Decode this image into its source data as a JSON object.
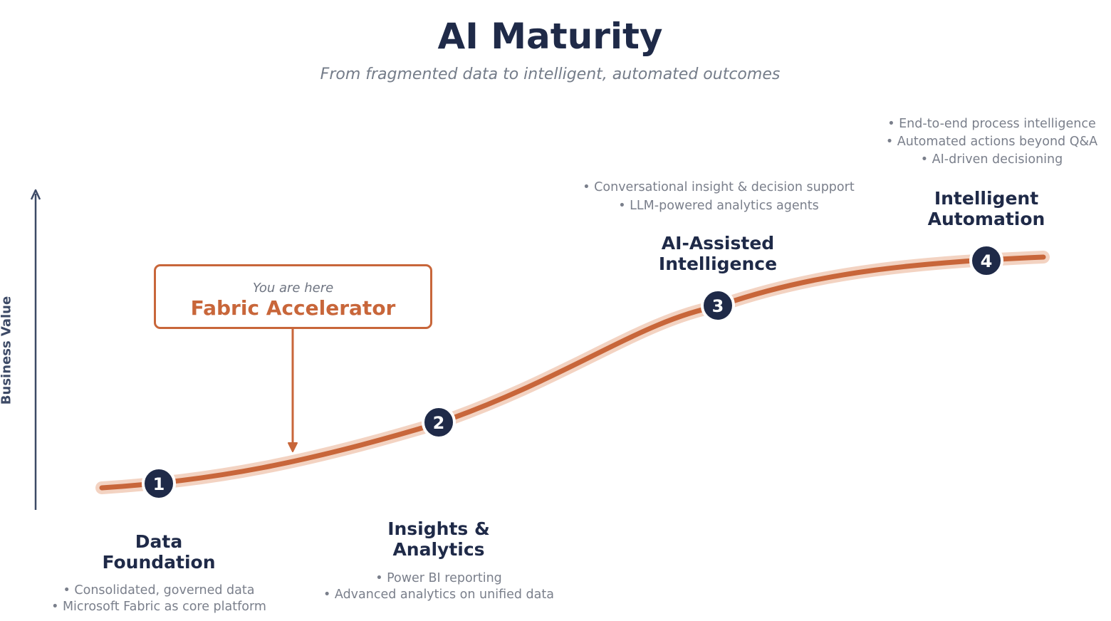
{
  "title": "AI Maturity",
  "subtitle": "From fragmented data to intelligent, automated outcomes",
  "y_axis_label": "Business Value",
  "callout": {
    "small_text": "You are here",
    "big_text": "Fabric Accelerator"
  },
  "colors": {
    "curve": "#c8663a",
    "curve_halo": "#f3d3c2",
    "marker_fill": "#1f2a48",
    "title": "#1f2a48",
    "muted_text": "#7a7f8b",
    "axis": "#3d4a66"
  },
  "stages": [
    {
      "number": "1",
      "title_lines": [
        "Data",
        "Foundation"
      ],
      "bullets": [
        "• Consolidated, governed data",
        "• Microsoft Fabric as core platform"
      ]
    },
    {
      "number": "2",
      "title_lines": [
        "Insights &",
        "Analytics"
      ],
      "bullets": [
        "• Power BI reporting",
        "• Advanced analytics on unified data"
      ]
    },
    {
      "number": "3",
      "title_lines": [
        "AI-Assisted",
        "Intelligence"
      ],
      "bullets": [
        "• Conversational insight & decision support",
        "• LLM-powered analytics agents"
      ]
    },
    {
      "number": "4",
      "title_lines": [
        "Intelligent",
        "Automation"
      ],
      "bullets": [
        "• End-to-end process intelligence",
        "• Automated actions beyond Q&A",
        "• AI-driven decisioning"
      ]
    }
  ]
}
